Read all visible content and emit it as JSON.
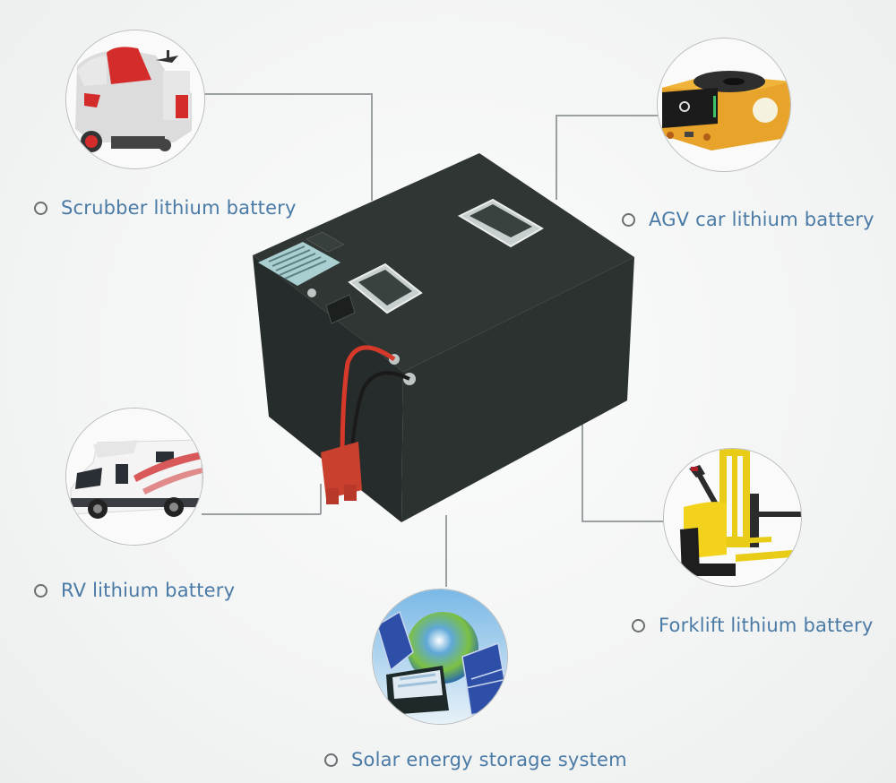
{
  "applications": [
    {
      "id": "scrubber",
      "label": "Scrubber lithium battery",
      "icon": "floor-scrubber-icon"
    },
    {
      "id": "agv",
      "label": "AGV car lithium battery",
      "icon": "agv-robot-icon"
    },
    {
      "id": "rv",
      "label": "RV lithium battery",
      "icon": "rv-motorhome-icon"
    },
    {
      "id": "forklift",
      "label": "Forklift lithium battery",
      "icon": "forklift-icon"
    },
    {
      "id": "solar",
      "label": "Solar energy storage system",
      "icon": "solar-globe-icon"
    }
  ],
  "center": {
    "icon": "lithium-battery-pack-icon"
  },
  "colors": {
    "label_text": "#4a7aa6",
    "bullet": "#6b6f72",
    "connector_line": "#9a9fa1",
    "battery_body": "#2b3230",
    "connector_red": "#c9412e",
    "agv_yellow": "#e8a42a",
    "forklift_yellow": "#f2d21b"
  }
}
